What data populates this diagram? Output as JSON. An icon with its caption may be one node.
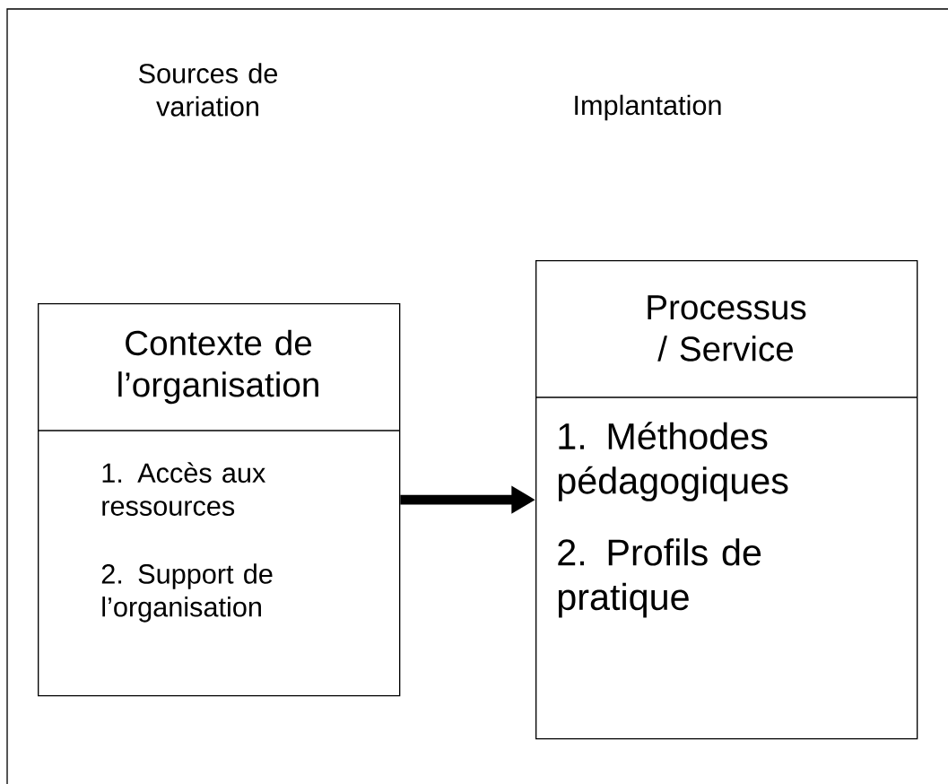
{
  "diagram": {
    "nodes": [
      {
        "text": [
          "Contexte de l’organisation",
          "1. Accès aux ressources",
          "2. Support de l’organisation"
        ]
      },
      {
        "text": [
          "Processus / Service",
          "1. Méthodes pédagogiques",
          "2. Profils de pratique"
        ]
      }
    ],
    "edges": [
      {
        "from": 0,
        "to": 1,
        "arrow": "to"
      }
    ],
    "labels": [
      "Sources de variation",
      "Implantation"
    ]
  }
}
